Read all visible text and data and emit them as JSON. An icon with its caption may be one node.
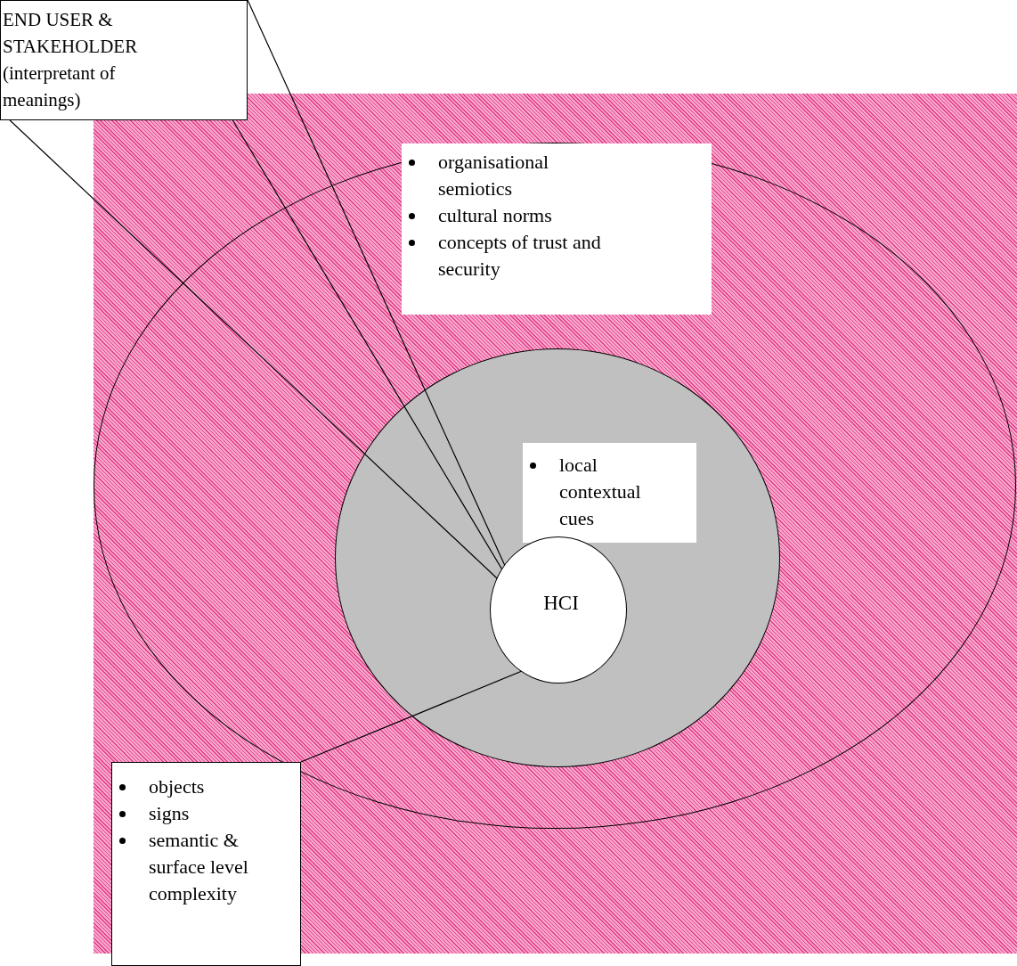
{
  "diagram": {
    "nodes": [
      {
        "text": [
          "END USER & STAKEHOLDER",
          "(interpretant of meanings)"
        ]
      },
      {
        "text": [],
        "shape": "circle"
      },
      {
        "text": [
          "organisational semiotics",
          "cultural norms",
          "concepts of trust and security"
        ],
        "in": 1
      },
      {
        "text": [],
        "shape": "circle",
        "in": 1
      },
      {
        "text": [
          "local contextual cues"
        ],
        "in": 3
      },
      {
        "text": [
          "HCI"
        ],
        "in": 3
      },
      {
        "text": [
          "objects",
          "signs",
          "semantic & surface level complexity"
        ]
      }
    ],
    "edges": [
      {
        "from": 0,
        "to": 5,
        "arrow": "none"
      },
      {
        "from": 0,
        "to": 5,
        "arrow": "none"
      },
      {
        "from": 6,
        "to": 5,
        "arrow": "none"
      }
    ]
  }
}
